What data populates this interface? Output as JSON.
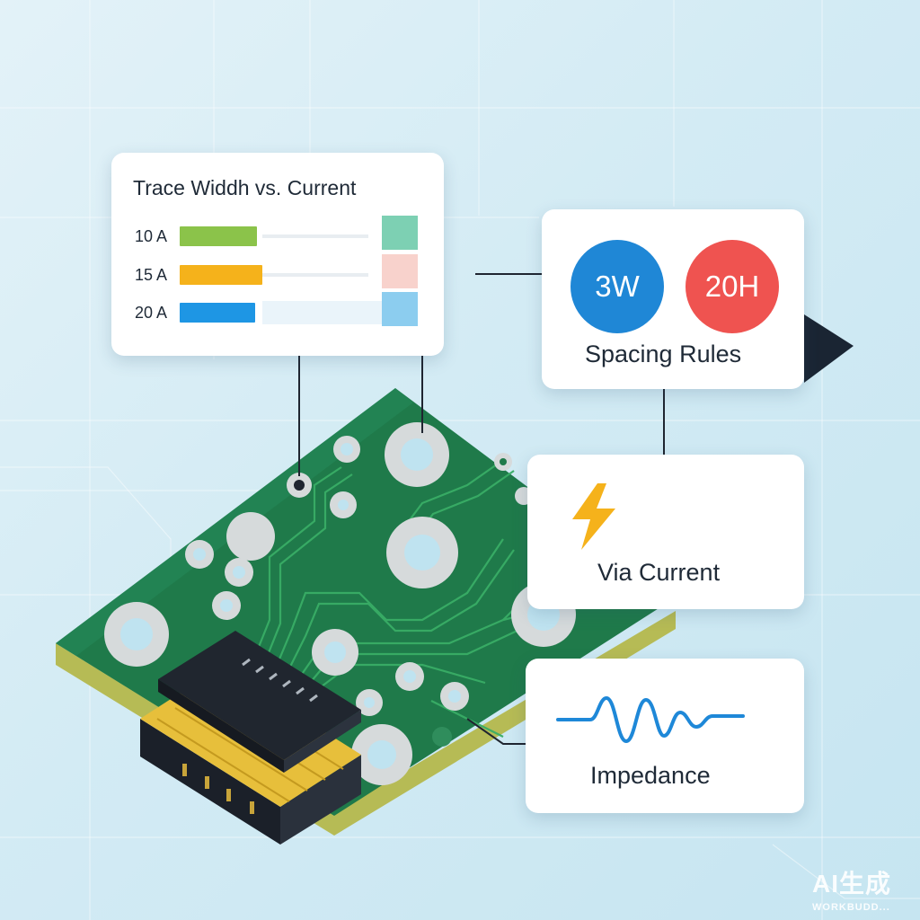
{
  "trace_card": {
    "title": "Trace Widdh vs. Current",
    "rows": [
      {
        "label": "10 A",
        "bar_color": "#8bc34a",
        "swatch_color": "#7dd0b3",
        "bar_fill": 0.28
      },
      {
        "label": "15 A",
        "bar_color": "#f5b21b",
        "swatch_color": "#f8d2cc",
        "bar_fill": 0.28
      },
      {
        "label": "20 A",
        "bar_color": "#1e96e4",
        "swatch_color": "#8ccdef",
        "bar_fill": 0.26
      }
    ]
  },
  "spacing_card": {
    "badge_3w": {
      "text": "3W",
      "color": "#1f87d6"
    },
    "badge_20h": {
      "text": "20H",
      "color": "#ef5350"
    },
    "title": "Spacing Rules"
  },
  "via_card": {
    "icon": "lightning-bolt-icon",
    "icon_color": "#f5b21b",
    "title": "Via Current"
  },
  "impedance_card": {
    "icon": "waveform-icon",
    "icon_color": "#1e88d8",
    "title": "Impedance"
  },
  "watermark": {
    "main": "AI生成",
    "sub": "WORKBUDD..."
  },
  "colors": {
    "pcb_green": "#1f7a4a",
    "trace_green": "#36a862",
    "pad": "#d6dadb",
    "connector": "#1f2530",
    "gold": "#e7bf3b",
    "edge": "#b3b852"
  }
}
